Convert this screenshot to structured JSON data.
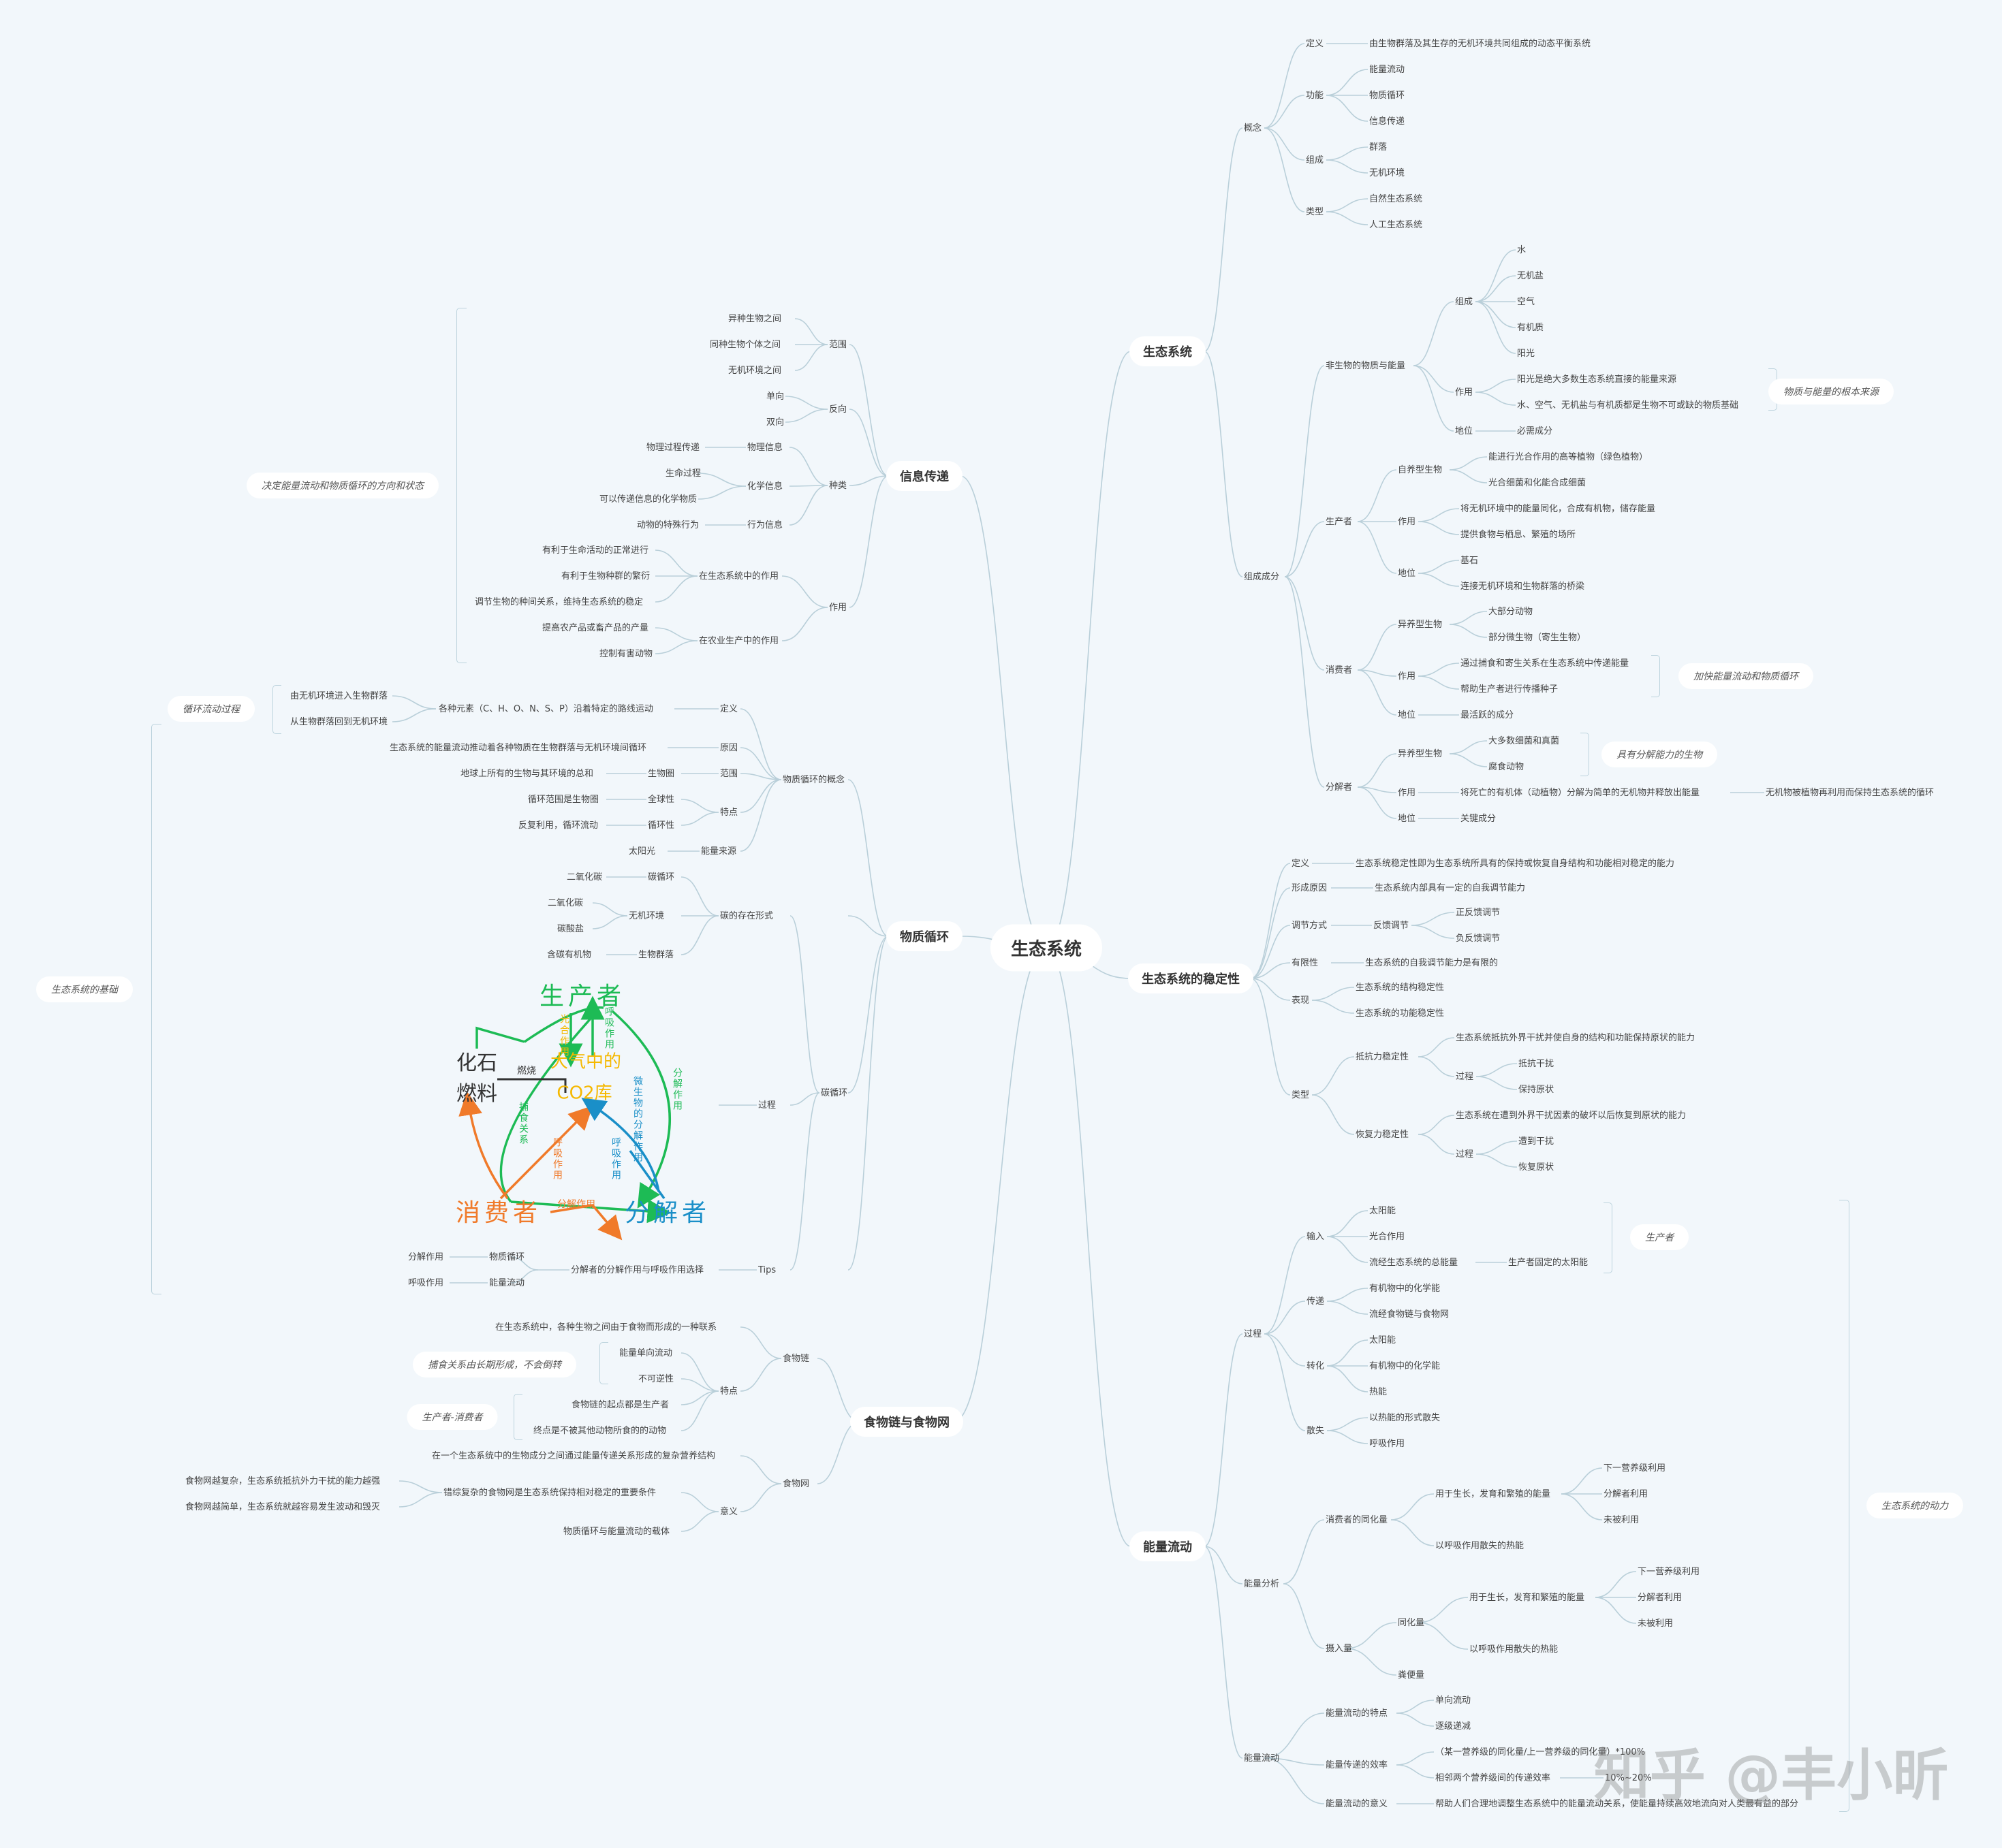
{
  "root": "生态系统",
  "branches": {
    "b1": "生态系统",
    "b2": "生态系统的稳定性",
    "b3": "能量流动",
    "b4": "信息传递",
    "b5": "物质循环",
    "b6": "食物链与食物网"
  },
  "callouts": {
    "wuzhi": "物质与能量的根本来源",
    "jiakuai": "加快能量流动和物质循环",
    "juyou": "具有分解能力的生物",
    "shengchanzhe": "生产者",
    "dongli": "生态系统的动力",
    "jueding": "决定能量流动和物质循环的方向和状态",
    "xunhuan": "循环流动过程",
    "jichu": "生态系统的基础",
    "buhuan": "捕食关系由长期形成，不会倒转",
    "scxf": "生产者-消费者"
  },
  "n": {
    "gainian": "概念",
    "dingyi": "定义",
    "dy_v": "由生物群落及其生存的无机环境共同组成的动态平衡系统",
    "gongneng": "功能",
    "gn1": "能量流动",
    "gn2": "物质循环",
    "gn3": "信息传递",
    "zucheng": "组成",
    "zc1": "群落",
    "zc2": "无机环境",
    "leixing": "类型",
    "lx1": "自然生态系统",
    "lx2": "人工生态系统",
    "zuchengfen": "组成成分",
    "feisheng": "非生物的物质与能量",
    "fs_zc": "组成",
    "fs1": "水",
    "fs2": "无机盐",
    "fs3": "空气",
    "fs4": "有机质",
    "fs5": "阳光",
    "fs_zy": "作用",
    "fs_zy1": "阳光是绝大多数生态系统直接的能量来源",
    "fs_zy2": "水、空气、无机盐与有机质都是生物不可或缺的物质基础",
    "fs_dw": "地位",
    "fs_dw1": "必需成分",
    "scz": "生产者",
    "scz_zy": "自养型生物",
    "scz_zy1": "能进行光合作用的高等植物（绿色植物）",
    "scz_zy2": "光合细菌和化能合成细菌",
    "scz_zuo": "作用",
    "scz_zuo1": "将无机环境中的能量同化，合成有机物，储存能量",
    "scz_zuo2": "提供食物与栖息、繁殖的场所",
    "scz_dw": "地位",
    "scz_dw1": "基石",
    "scz_dw2": "连接无机环境和生物群落的桥梁",
    "xfz": "消费者",
    "xfz_yy": "异养型生物",
    "xfz_yy1": "大部分动物",
    "xfz_yy2": "部分微生物（寄生生物）",
    "xfz_zuo": "作用",
    "xfz_zuo1": "通过捕食和寄生关系在生态系统中传递能量",
    "xfz_zuo2": "帮助生产者进行传播种子",
    "xfz_dw": "地位",
    "xfz_dw1": "最活跃的成分",
    "fjz": "分解者",
    "fjz_yy": "异养型生物",
    "fjz_yy1": "大多数细菌和真菌",
    "fjz_yy2": "腐食动物",
    "fjz_zuo": "作用",
    "fjz_zuo1": "将死亡的有机体（动植物）分解为简单的无机物并释放出能量",
    "fjz_zuo2": "无机物被植物再利用而保持生态系统的循环",
    "fjz_dw": "地位",
    "fjz_dw1": "关键成分",
    "wd_dy": "定义",
    "wd_dy1": "生态系统稳定性即为生态系统所具有的保持或恢复自身结构和功能相对稳定的能力",
    "wd_xc": "形成原因",
    "wd_xc1": "生态系统内部具有一定的自我调节能力",
    "wd_tj": "调节方式",
    "wd_fk": "反馈调节",
    "wd_fk1": "正反馈调节",
    "wd_fk2": "负反馈调节",
    "wd_yx": "有限性",
    "wd_yx1": "生态系统的自我调节能力是有限的",
    "wd_bx": "表现",
    "wd_bx1": "生态系统的结构稳定性",
    "wd_bx2": "生态系统的功能稳定性",
    "wd_lx": "类型",
    "wd_kd": "抵抗力稳定性",
    "wd_kd1": "生态系统抵抗外界干扰并使自身的结构和功能保持原状的能力",
    "wd_kd_gc": "过程",
    "wd_kd_g1": "抵抗干扰",
    "wd_kd_g2": "保持原状",
    "wd_hf": "恢复力稳定性",
    "wd_hf1": "生态系统在遭到外界干扰因素的破坏以后恢复到原状的能力",
    "wd_hf_gc": "过程",
    "wd_hf_g1": "遭到干扰",
    "wd_hf_g2": "恢复原状",
    "nl_gc": "过程",
    "nl_sr": "输入",
    "nl_sr1": "太阳能",
    "nl_sr2": "光合作用",
    "nl_sr3": "流经生态系统的总能量",
    "nl_sr4": "生产者固定的太阳能",
    "nl_cd": "传递",
    "nl_cd1": "有机物中的化学能",
    "nl_cd2": "流经食物链与食物网",
    "nl_zh": "转化",
    "nl_zh1": "太阳能",
    "nl_zh2": "有机物中的化学能",
    "nl_zh3": "热能",
    "nl_ss": "散失",
    "nl_ss1": "以热能的形式散失",
    "nl_ss2": "呼吸作用",
    "nl_fx": "能量分析",
    "nl_xf": "消费者的同化量",
    "nl_xf1": "用于生长，发育和繁殖的能量",
    "nl_xf1a": "下一营养级利用",
    "nl_xf1b": "分解者利用",
    "nl_xf1c": "未被利用",
    "nl_xf2": "以呼吸作用散失的热能",
    "nl_sr_l": "摄入量",
    "nl_th": "同化量",
    "nl_th1": "用于生长，发育和繁殖的能量",
    "nl_th1a": "下一营养级利用",
    "nl_th1b": "分解者利用",
    "nl_th1c": "未被利用",
    "nl_th2": "以呼吸作用散失的热能",
    "nl_fb": "粪便量",
    "nl_ll": "能量流动",
    "nl_td": "能量流动的特点",
    "nl_td1": "单向流动",
    "nl_td2": "逐级递减",
    "nl_xl": "能量传递的效率",
    "nl_xl1": "（某一营养级的同化量/上一营养级的同化量）*100%",
    "nl_xl2": "相邻两个营养级间的传递效率",
    "nl_xl3": "10%~20%",
    "nl_yy": "能量流动的意义",
    "nl_yy1": "帮助人们合理地调整生态系统中的能量流动关系，使能量持续高效地流向对人类最有益的部分",
    "xx_fw": "范围",
    "xx_fw1": "异种生物之间",
    "xx_fw2": "同种生物个体之间",
    "xx_fw3": "无机环境之间",
    "xx_fx": "反向",
    "xx_fx1": "单向",
    "xx_fx2": "双向",
    "xx_zl": "种类",
    "xx_wl": "物理信息",
    "xx_wl1": "物理过程传递",
    "xx_hx": "化学信息",
    "xx_hx1": "生命过程",
    "xx_hx2": "可以传递信息的化学物质",
    "xx_xw": "行为信息",
    "xx_xw1": "动物的特殊行为",
    "xx_zy": "作用",
    "xx_st": "在生态系统中的作用",
    "xx_st1": "有利于生命活动的正常进行",
    "xx_st2": "有利于生物种群的繁衍",
    "xx_st3": "调节生物的种间关系，维持生态系统的稳定",
    "xx_ny": "在农业生产中的作用",
    "xx_ny1": "提高农产品或畜产品的产量",
    "xx_ny2": "控制有害动物",
    "wz_gn": "物质循环的概念",
    "wz_dy": "定义",
    "wz_dy1": "各种元素（C、H、O、N、S、P）沿着特定的路线运动",
    "wz_dy1a": "由无机环境进入生物群落",
    "wz_dy1b": "从生物群落回到无机环境",
    "wz_yy": "原因",
    "wz_yy1": "生态系统的能量流动推动着各种物质在生物群落与无机环境间循环",
    "wz_fw": "范围",
    "wz_fw1": "生物圈",
    "wz_fw2": "地球上所有的生物与其环境的总和",
    "wz_td": "特点",
    "wz_td1": "全球性",
    "wz_td1a": "循环范围是生物圈",
    "wz_td2": "循环性",
    "wz_td2a": "反复利用，循环流动",
    "wz_ly": "能量来源",
    "wz_ly1": "太阳光",
    "tx": "碳循环",
    "tx_cz": "碳的存在形式",
    "tx_c1": "碳循环",
    "tx_c1a": "二氧化碳",
    "tx_c2": "无机环境",
    "tx_c2a": "二氧化碳",
    "tx_c2b": "碳酸盐",
    "tx_c3": "生物群落",
    "tx_c3a": "含碳有机物",
    "tx_gc": "过程",
    "tips": "Tips",
    "tips1": "分解者的分解作用与呼吸作用选择",
    "tips_a": "物质循环",
    "tips_a1": "分解作用",
    "tips_b": "能量流动",
    "tips_b1": "呼吸作用",
    "sw_sl": "食物链",
    "sw_sl1": "在生态系统中，各种生物之间由于食物而形成的一种联系",
    "sw_td": "特点",
    "sw_td1": "能量单向流动",
    "sw_td2": "不可逆性",
    "sw_td3": "食物链的起点都是生产者",
    "sw_td4": "终点是不被其他动物所食的的动物",
    "sw_sw": "食物网",
    "sw_sw1": "在一个生态系统中的生物成分之间通过能量传递关系形成的复杂营养结构",
    "sw_yy": "意义",
    "sw_yy1": "错综复杂的食物网是生态系统保持相对稳定的重要条件",
    "sw_yy1a": "食物网越复杂，生态系统抵抗外力干扰的能力越强",
    "sw_yy1b": "食物网越简单，生态系统就越容易发生波动和毁灭",
    "sw_yy2": "物质循环与能量流动的载体"
  },
  "carbon": {
    "producer": "生产者",
    "fossil1": "化石",
    "fossil2": "燃料",
    "co2a": "大气中的",
    "co2b": "CO2库",
    "consumer": "消费者",
    "decomposer": "分解者",
    "guanghe": "光合作用",
    "huxi1": "呼吸作用",
    "ranshao": "燃烧",
    "fenjie1": "分解作用",
    "buhuo": "捕食关系",
    "huxi2": "呼吸作用",
    "weishengwu": "微生物的分解作用",
    "huxi3": "呼吸作用",
    "fenjie2": "分解作用"
  },
  "watermark": "知乎 @丰小昕"
}
